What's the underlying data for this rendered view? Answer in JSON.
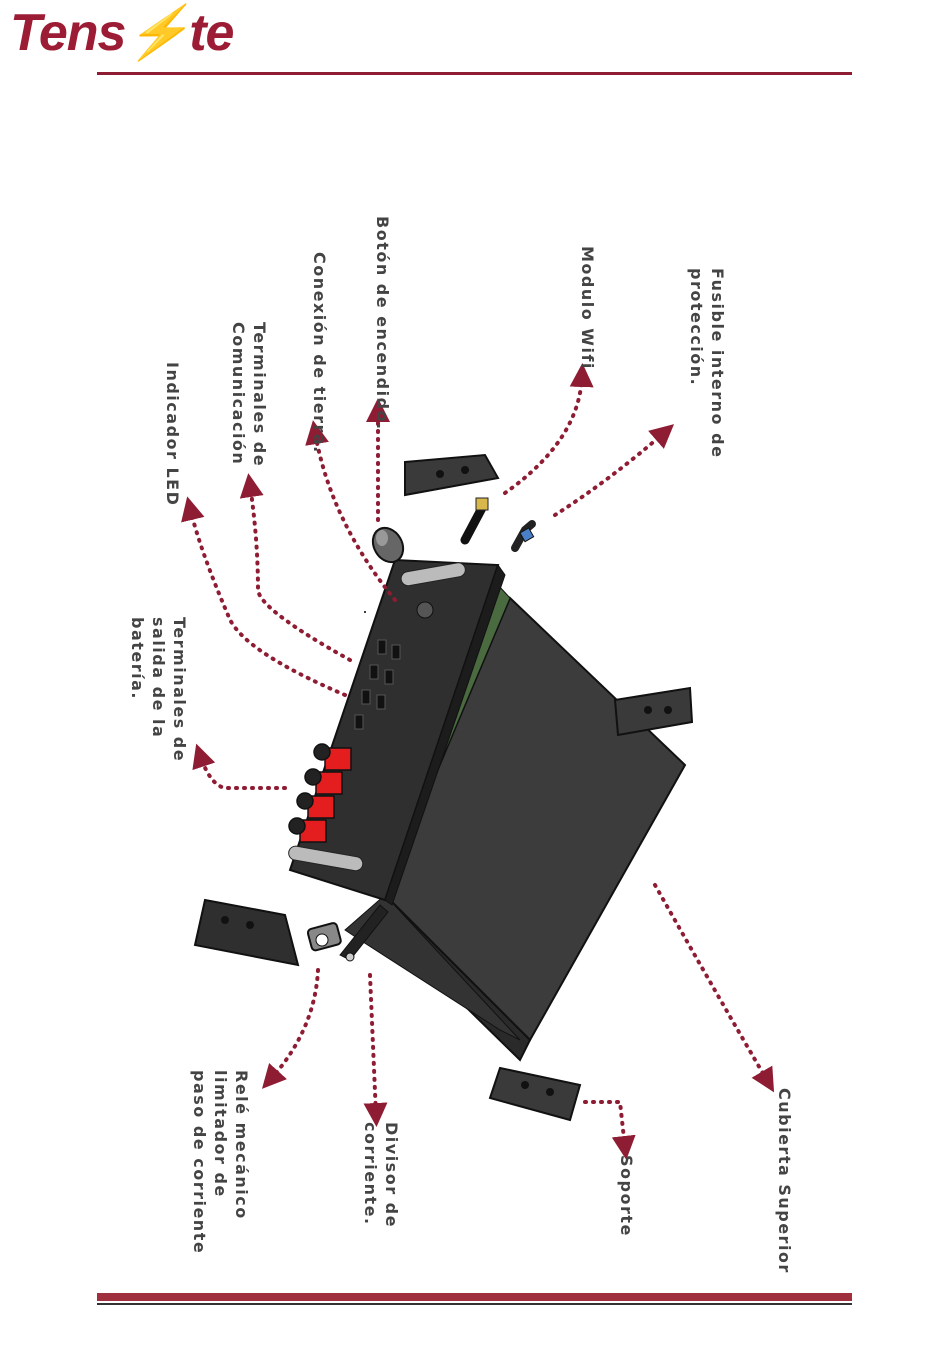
{
  "brand": {
    "logo_text_a": "Tens",
    "logo_text_b": "te"
  },
  "labels": {
    "fusible": "Fusible interno de\nprotección.",
    "wifi": "Modulo Wifi",
    "boton": "Botón de encendido.",
    "tierra": "Conexión de tierra.",
    "comunicacion": "Terminales de\nComunicación",
    "led": "Indicador LED",
    "bateria": "Terminales de\nsalida de la\nbatería.",
    "rele": "Relé mecánico\nlimitador de\npaso de corriente",
    "divisor": "Divisor de\ncorriente.",
    "soporte": "Soporte",
    "cubierta": "Cubierta Superior"
  },
  "colors": {
    "accent": "#8e1c33",
    "arrow": "#8e1c33",
    "text": "#444444"
  }
}
